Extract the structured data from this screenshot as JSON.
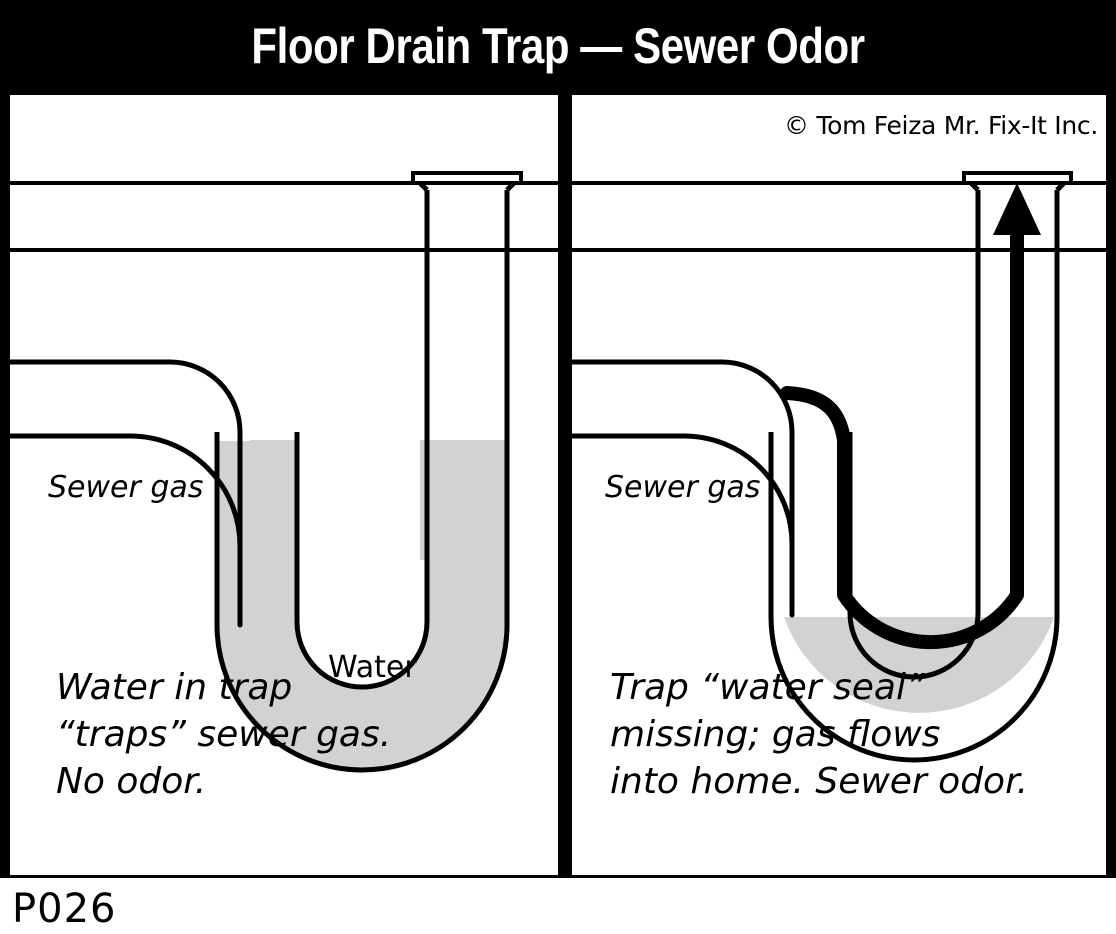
{
  "title": "Floor Drain Trap — Sewer Odor",
  "copyright": "© Tom Feiza Mr. Fix-It Inc.",
  "code": "P026",
  "colors": {
    "frame": "#000000",
    "panel_background": "#ffffff",
    "line": "#000000",
    "water_fill": "#d2d2d2",
    "title_text": "#ffffff",
    "arrow": "#000000"
  },
  "panels": [
    {
      "id": "left",
      "name": "trap-with-water-seal",
      "labels": {
        "sewer_gas": "Sewer gas",
        "water": "Water"
      },
      "caption": "Water in trap\n“traps” sewer gas.\nNo odor.",
      "state": {
        "trap_filled": true,
        "gas_flows_into_home": false,
        "arrow_visible": false
      }
    },
    {
      "id": "right",
      "name": "trap-missing-water-seal",
      "labels": {
        "sewer_gas": "Sewer gas"
      },
      "caption": "Trap “water seal”\nmissing; gas flows\ninto home. Sewer odor.",
      "state": {
        "trap_filled": false,
        "gas_flows_into_home": true,
        "arrow_visible": true
      }
    }
  ]
}
